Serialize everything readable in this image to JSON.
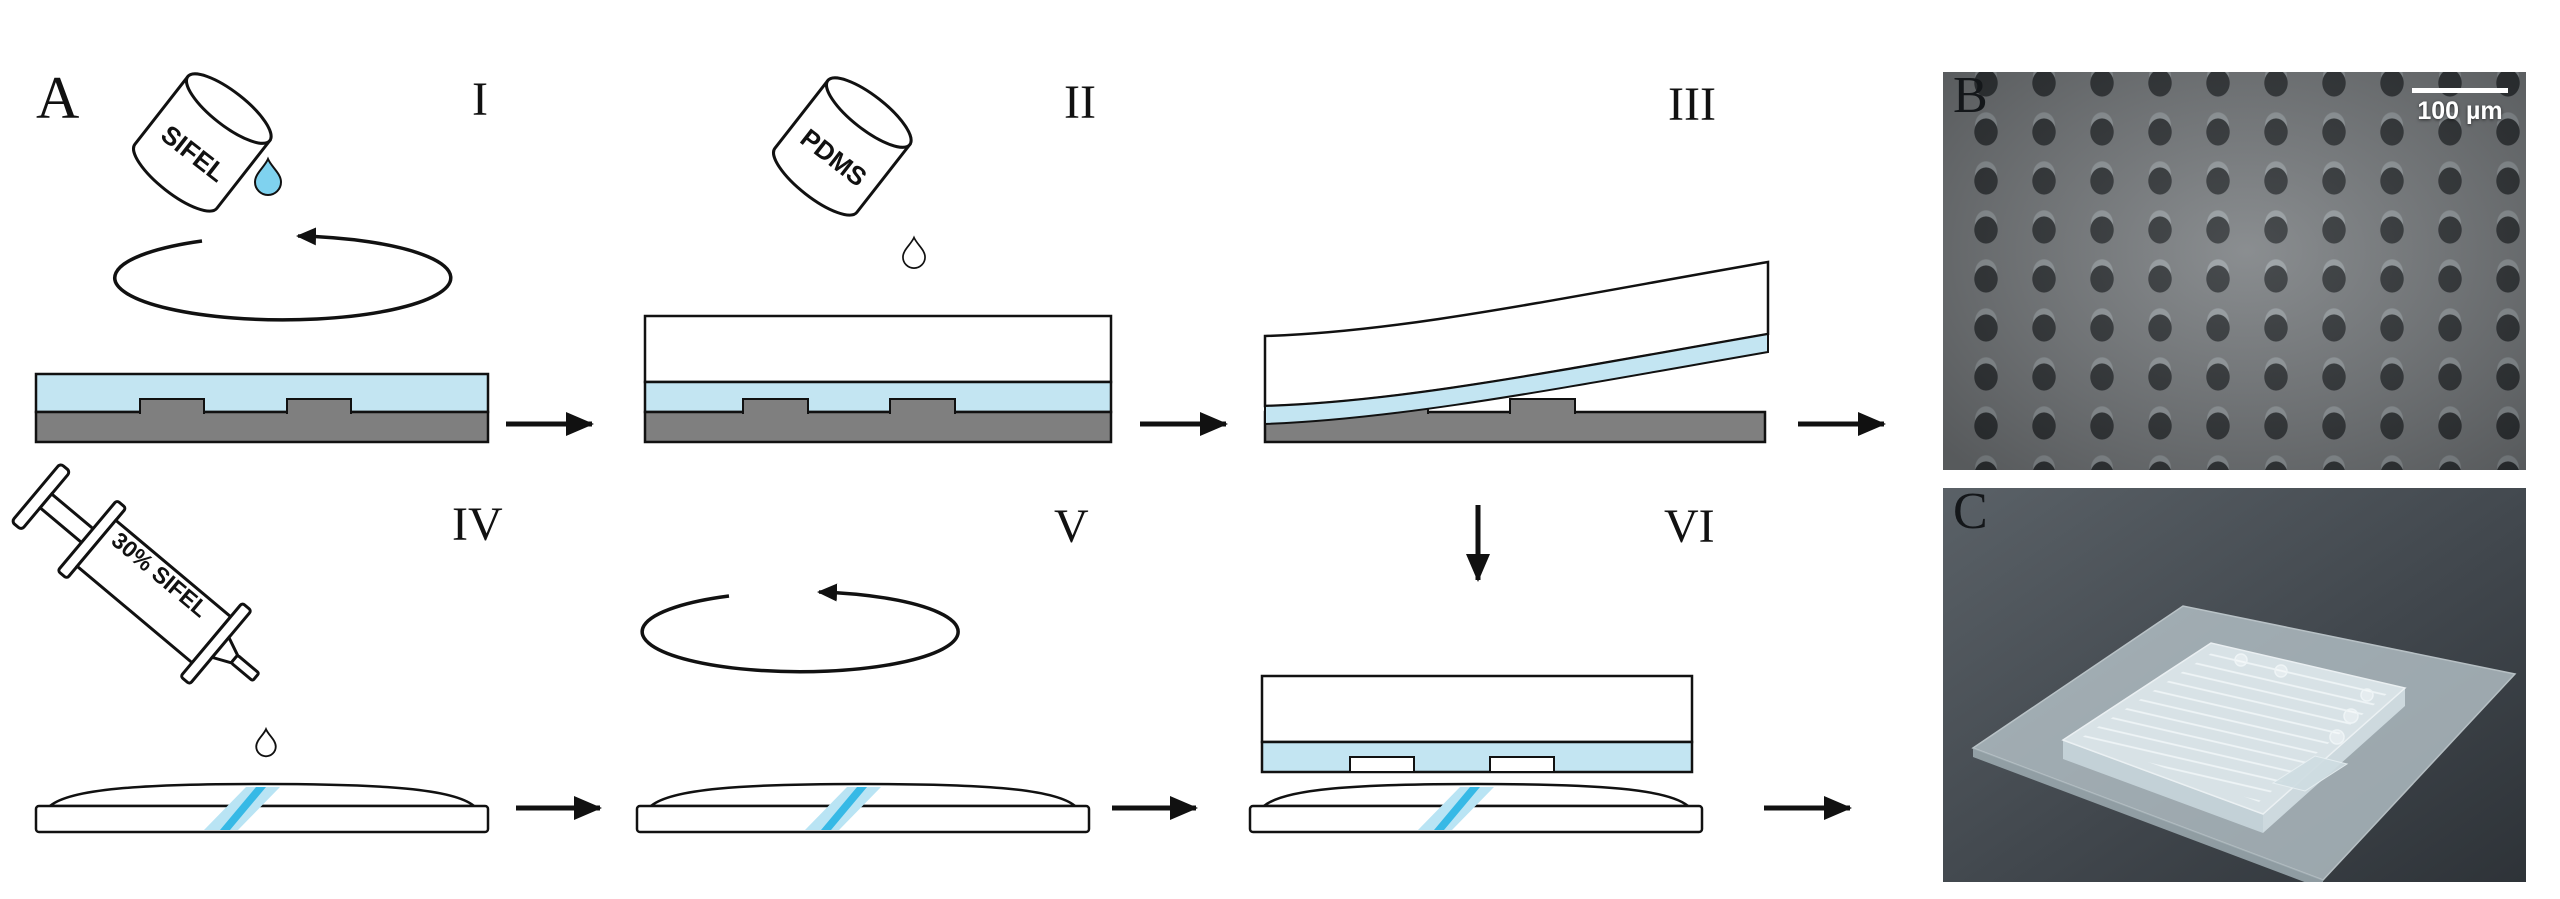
{
  "figure": {
    "panel_a": {
      "label": "A",
      "steps": {
        "i": {
          "numeral": "I",
          "reagent_label": "SIFEL"
        },
        "ii": {
          "numeral": "II",
          "reagent_label": "PDMS"
        },
        "iii": {
          "numeral": "III"
        },
        "iv": {
          "numeral": "IV",
          "reagent_label": "30% SIFEL"
        },
        "v": {
          "numeral": "V"
        },
        "vi": {
          "numeral": "VI"
        }
      }
    },
    "panel_b": {
      "label": "B",
      "scale_bar_label": "100 µm"
    },
    "panel_c": {
      "label": "C"
    },
    "colors": {
      "sifel_layer_blue": "#c3e5f2",
      "stripe_cyan": "#3cbce8",
      "mold_gray": "#7f7f7f",
      "drop_blue": "#7fd2ef",
      "outline_black": "#111111"
    }
  }
}
